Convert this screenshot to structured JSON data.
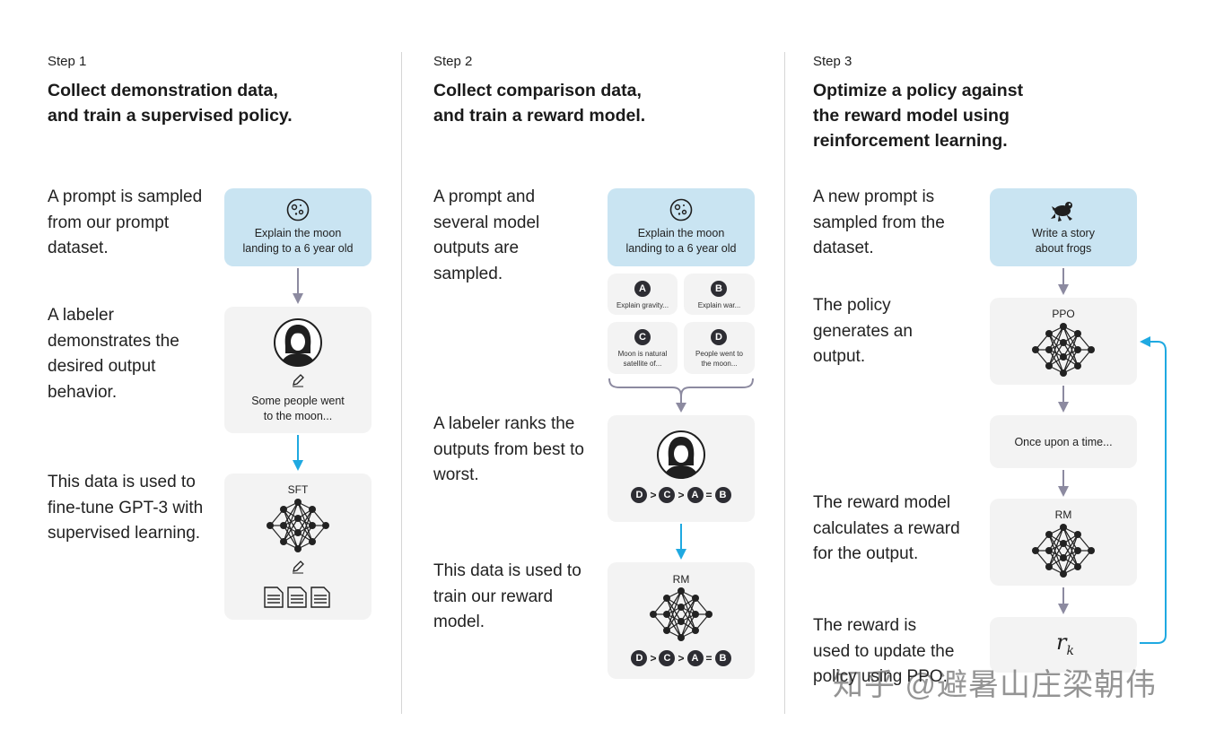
{
  "steps": [
    {
      "label": "Step 1",
      "title_line1": "Collect demonstration data,",
      "title_line2": "and train a supervised policy.",
      "desc1": "A prompt is sampled from our prompt dataset.",
      "desc2": "A labeler demonstrates the desired output behavior.",
      "desc3": "This data is used to fine-tune GPT-3 with supervised learning.",
      "prompt_line1": "Explain the moon",
      "prompt_line2": "landing to a 6 year old",
      "demo_line1": "Some people went",
      "demo_line2": "to the moon...",
      "model_label": "SFT"
    },
    {
      "label": "Step 2",
      "title_line1": "Collect comparison data,",
      "title_line2": "and train a reward model.",
      "desc1": "A prompt and several model outputs are sampled.",
      "desc2": "A labeler ranks the outputs from best to worst.",
      "desc3": "This data is used to train our reward model.",
      "prompt_line1": "Explain the moon",
      "prompt_line2": "landing to a 6 year old",
      "outputs": [
        {
          "letter": "A",
          "line1": "Explain gravity...",
          "line2": ""
        },
        {
          "letter": "B",
          "line1": "Explain war...",
          "line2": ""
        },
        {
          "letter": "C",
          "line1": "Moon is natural",
          "line2": "satellite of..."
        },
        {
          "letter": "D",
          "line1": "People went to",
          "line2": "the moon..."
        }
      ],
      "ranking": [
        "D",
        ">",
        "C",
        ">",
        "A",
        "=",
        "B"
      ],
      "model_label": "RM"
    },
    {
      "label": "Step 3",
      "title_line1": "Optimize a policy against",
      "title_line2": "the reward model using",
      "title_line3": "reinforcement learning.",
      "desc1": "A new prompt is sampled from the dataset.",
      "desc2": "The policy generates an output.",
      "desc3": "The reward model calculates a reward for the output.",
      "desc4": "The reward is used to update the policy using PPO.",
      "prompt_line1": "Write a story",
      "prompt_line2": "about frogs",
      "policy_label": "PPO",
      "output_text": "Once upon a time...",
      "model_label": "RM",
      "reward_symbol": "r",
      "reward_sub": "k"
    }
  ],
  "watermark": "知乎 @避暑山庄梁朝伟",
  "colors": {
    "prompt_box": "#c9e4f2",
    "gray_box": "#f3f3f3",
    "arrow_gray": "#8c8aa0",
    "arrow_blue": "#1fa9e1",
    "dark_node": "#222222"
  }
}
